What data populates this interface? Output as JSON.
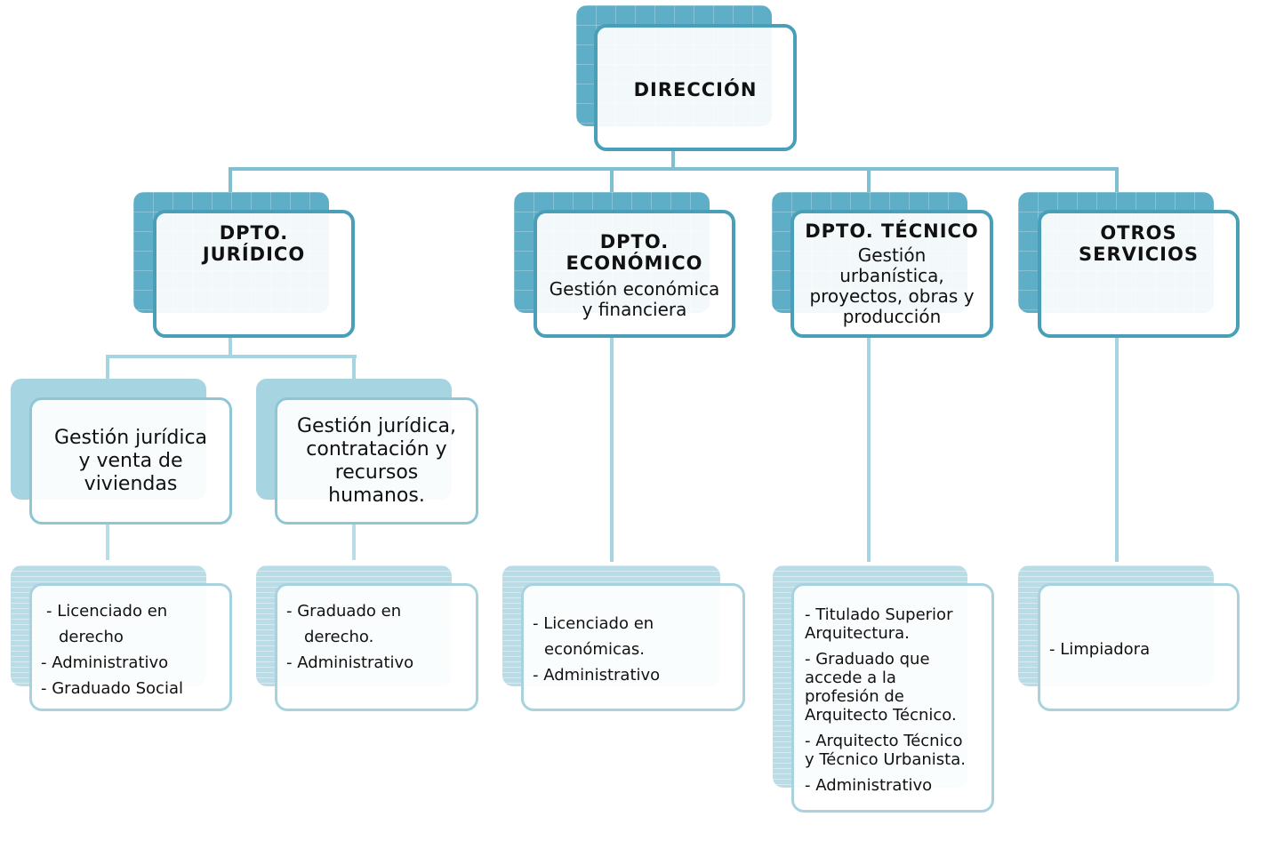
{
  "direccion": {
    "title": "DIRECCIÓN"
  },
  "juridico": {
    "title_1": "DPTO.",
    "title_2": "JURÍDICO"
  },
  "economico": {
    "title_1": "DPTO.",
    "title_2": "ECONÓMICO",
    "desc_1": "Gestión económica",
    "desc_2": "y financiera"
  },
  "tecnico": {
    "title": "DPTO. TÉCNICO",
    "desc_1": "Gestión",
    "desc_2": "urbanística,",
    "desc_3": "proyectos, obras y",
    "desc_4": "producción"
  },
  "otros": {
    "title_1": "OTROS",
    "title_2": "SERVICIOS"
  },
  "sub1": {
    "l1": "Gestión jurídica",
    "l2": "y venta de",
    "l3": "viviendas"
  },
  "sub2": {
    "l1": "Gestión jurídica,",
    "l2": "contratación y",
    "l3": "recursos",
    "l4": "humanos."
  },
  "staff_sub1": [
    "- Licenciado en",
    "derecho",
    "- Administrativo",
    "- Graduado Social"
  ],
  "staff_sub2": [
    "- Graduado en",
    "derecho.",
    "- Administrativo"
  ],
  "staff_eco": [
    "- Licenciado en",
    "económicas.",
    "- Administrativo"
  ],
  "staff_tec": [
    "- Titulado Superior",
    "Arquitectura.",
    "- Graduado que",
    "accede a la",
    "profesión de",
    "Arquitecto Técnico.",
    "- Arquitecto Técnico",
    "y Técnico Urbanista.",
    "- Administrativo"
  ],
  "staff_otros": [
    "- Limpiadora"
  ]
}
